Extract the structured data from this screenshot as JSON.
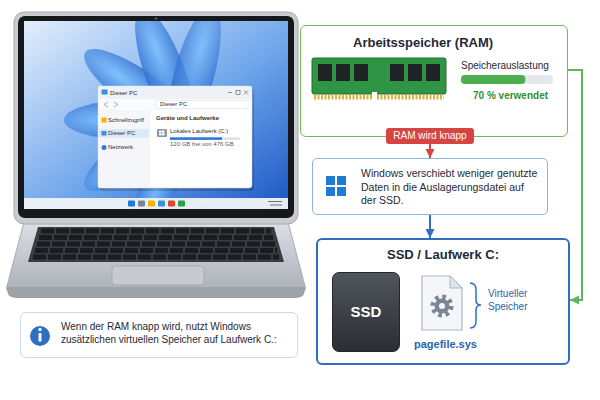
{
  "diagram": {
    "nodes": [
      {
        "text": [
          "Arbeitsspeicher (RAM)",
          "Speicherauslastung",
          "70 % verwendet"
        ]
      },
      {
        "text": [
          "Windows verschiebt weniger genutzte Daten in die Auslagerungsdatei auf der SSD."
        ]
      },
      {
        "text": [
          "SSD / Laufwerk C:",
          "pagefile.sys",
          "Virtueller Speicher"
        ]
      },
      {
        "text": [
          "SSD"
        ],
        "in": 2
      },
      {
        "text": [
          "Wenn der RAM knapp wird, nutzt Windows zusätzlichen virtuellen Speicher auf Laufwerk C.:"
        ]
      }
    ],
    "edges": [
      {
        "from": 0,
        "to": 1,
        "label": "RAM wird knapp",
        "arrow": "to"
      },
      {
        "from": 1,
        "to": 2,
        "arrow": "to"
      },
      {
        "from": 0,
        "to": 2,
        "arrow": "to"
      }
    ],
    "labels": [
      "Dieser PC",
      "Dieser PC",
      "Schnellzugriff",
      "Dieser PC",
      "Netzwerk",
      "Geräte und Laufwerke",
      "Lokales Laufwerk (C:)",
      "120 GB frei von 476 GB"
    ]
  }
}
